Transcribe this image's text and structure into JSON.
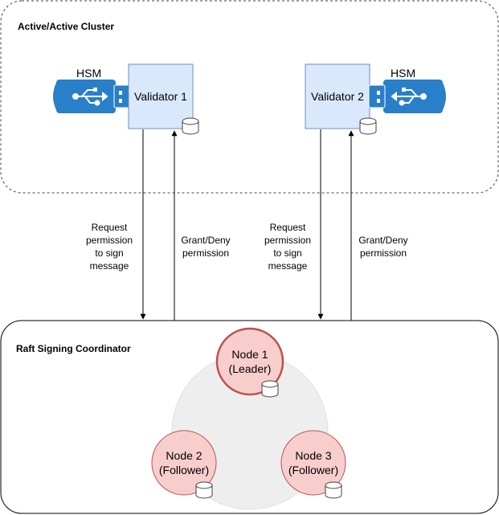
{
  "clusters": {
    "active": {
      "title": "Active/Active Cluster"
    },
    "raft": {
      "title": "Raft Signing Coordinator"
    }
  },
  "validators": [
    {
      "label": "Validator 1",
      "hsm_label": "HSM"
    },
    {
      "label": "Validator 2",
      "hsm_label": "HSM"
    }
  ],
  "edges": {
    "request": [
      "Request",
      "permission",
      "to sign",
      "message"
    ],
    "grant": [
      "Grant/Deny",
      "permission"
    ]
  },
  "nodes": [
    {
      "line1": "Node 1",
      "line2": "(Leader)"
    },
    {
      "line1": "Node 2",
      "line2": "(Follower)"
    },
    {
      "line1": "Node 3",
      "line2": "(Follower)"
    }
  ],
  "colors": {
    "validator_fill": "#dae8fc",
    "validator_stroke": "#6c8ebf",
    "usb_blue": "#2a7fc9",
    "node_fill": "#f8cecc",
    "node_stroke": "#b85450",
    "ring_fill": "#eeeeee"
  }
}
